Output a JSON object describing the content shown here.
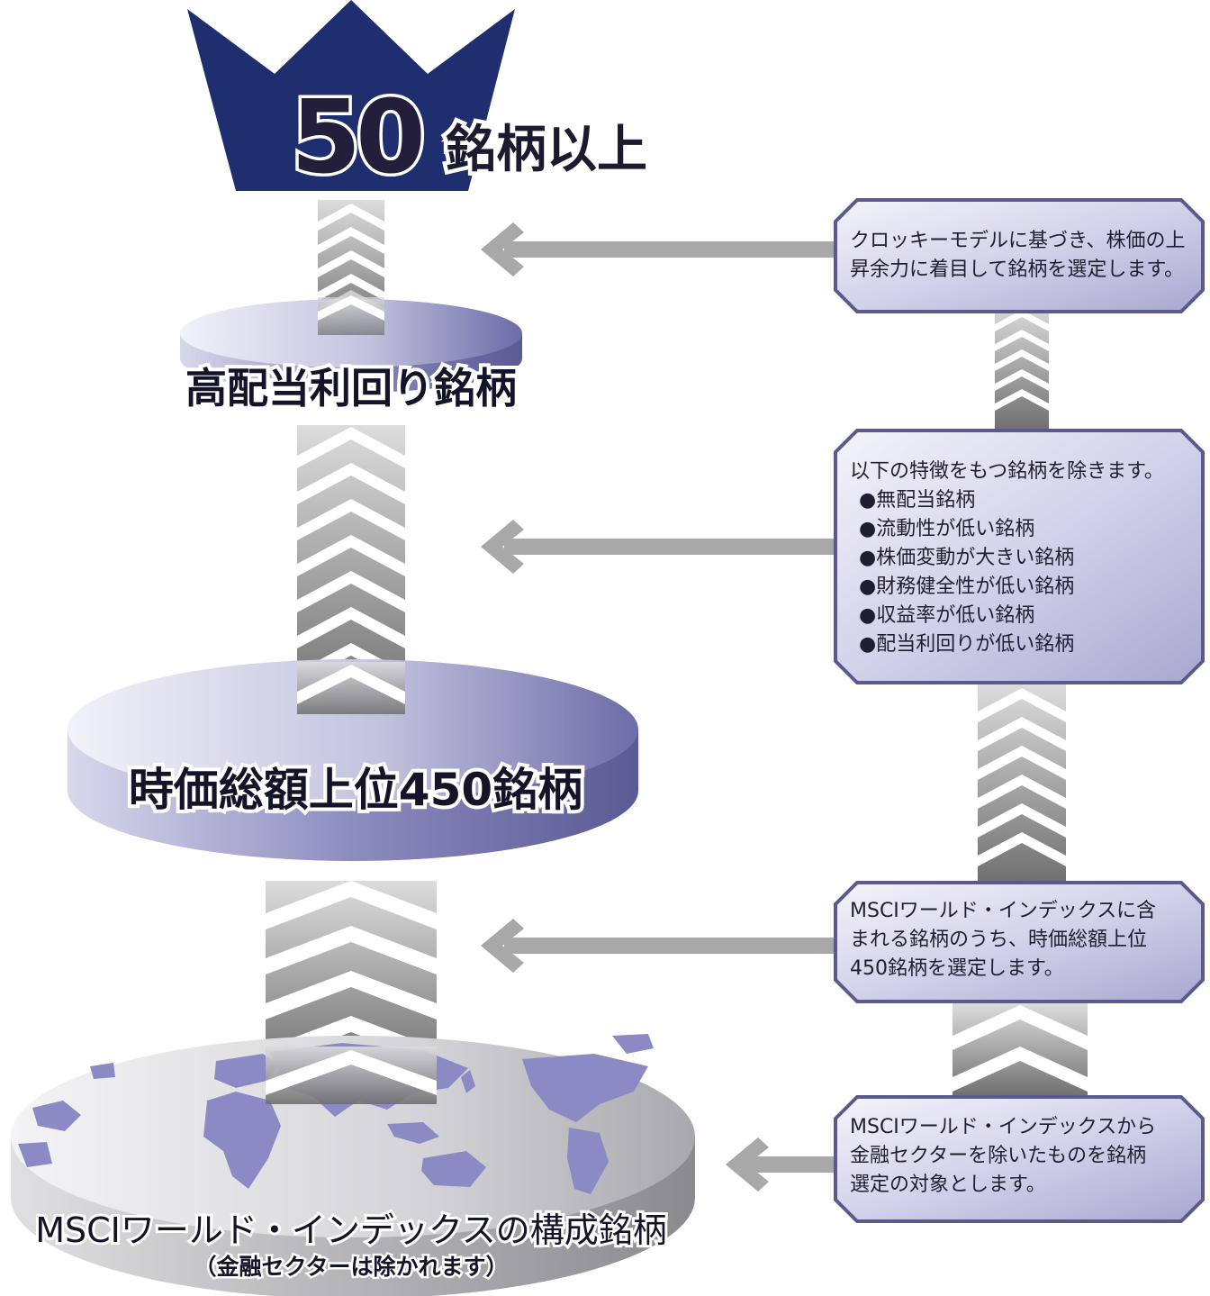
{
  "crown": {
    "number": "50",
    "label": "銘柄以上"
  },
  "tiers": {
    "high_dividend": "高配当利回り銘柄",
    "top450": "時価総額上位450銘柄",
    "msci": "MSCIワールド・インデックスの構成銘柄",
    "msci_note": "（金融セクターは除かれます）"
  },
  "boxes": {
    "box1": {
      "lines": [
        "クロッキーモデルに基づき、株価の上",
        "昇余力に着目して銘柄を選定します。"
      ]
    },
    "box2": {
      "heading": "以下の特徴をもつ銘柄を除きます。",
      "bullets": [
        "●無配当銘柄",
        "●流動性が低い銘柄",
        "●株価変動が大きい銘柄",
        "●財務健全性が低い銘柄",
        "●収益率が低い銘柄",
        "●配当利回りが低い銘柄"
      ]
    },
    "box3": {
      "lines": [
        "MSCIワールド・インデックスに含",
        "まれる銘柄のうち、時価総額上位",
        "450銘柄を選定します。"
      ]
    },
    "box4": {
      "lines": [
        "MSCIワールド・インデックスから",
        "金融セクターを除いたものを銘柄",
        "選定の対象とします。"
      ]
    }
  },
  "colors": {
    "crown": "#1f2e6e",
    "disc_light": "#e6e6f2",
    "disc_dark": "#6f6fa8",
    "globe_light": "#e8e8ec",
    "globe_dark": "#9a9aa0",
    "continents": "#8b8ac4",
    "chevron_light": "#d8d8d8",
    "chevron_dark": "#7a7a7a",
    "box_fill": "#cfcfe6",
    "box_border": "#5a5a8c"
  }
}
